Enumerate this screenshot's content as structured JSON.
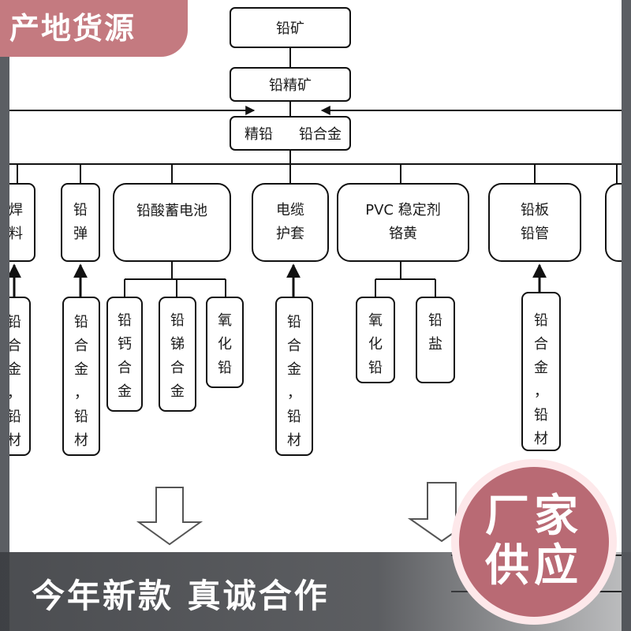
{
  "banner": {
    "text": "产地货源"
  },
  "badge": {
    "line1": "厂家",
    "line2": "供应"
  },
  "slogan": {
    "text": "今年新款  真诚合作"
  },
  "diagram": {
    "top": [
      "铅矿",
      "铅精矿"
    ],
    "refined": {
      "left": "精铅",
      "right": "铅合金"
    },
    "products": [
      {
        "id": "solder",
        "lines": [
          "焊",
          "料"
        ]
      },
      {
        "id": "bullet",
        "lines": [
          "铅",
          "弹"
        ]
      },
      {
        "id": "battery",
        "lines": [
          "铅酸蓄电池"
        ]
      },
      {
        "id": "cable",
        "lines": [
          "电缆",
          "护套"
        ]
      },
      {
        "id": "pvc",
        "lines": [
          "PVC 稳定剂",
          "铬黄"
        ]
      },
      {
        "id": "plate",
        "lines": [
          "铅板",
          "铅管"
        ]
      }
    ],
    "materials": [
      {
        "id": "solder-mat",
        "chars": [
          "铅",
          "合",
          "金",
          "，",
          "铅",
          "材"
        ]
      },
      {
        "id": "bullet-mat",
        "chars": [
          "铅",
          "合",
          "金",
          "，",
          "铅",
          "材"
        ]
      },
      {
        "id": "pbca",
        "chars": [
          "铅",
          "钙",
          "合",
          "金"
        ]
      },
      {
        "id": "pbsb",
        "chars": [
          "铅",
          "锑",
          "合",
          "金"
        ]
      },
      {
        "id": "pbo-1",
        "chars": [
          "氧",
          "化",
          "铅"
        ]
      },
      {
        "id": "cable-mat",
        "chars": [
          "铅",
          "合",
          "金",
          "，",
          "铅",
          "材"
        ]
      },
      {
        "id": "pbo-2",
        "chars": [
          "氧",
          "化",
          "铅"
        ]
      },
      {
        "id": "pbsalt",
        "chars": [
          "铅",
          "盐"
        ]
      },
      {
        "id": "plate-mat",
        "chars": [
          "铅",
          "合",
          "金",
          "，",
          "铅",
          "材"
        ]
      }
    ]
  }
}
